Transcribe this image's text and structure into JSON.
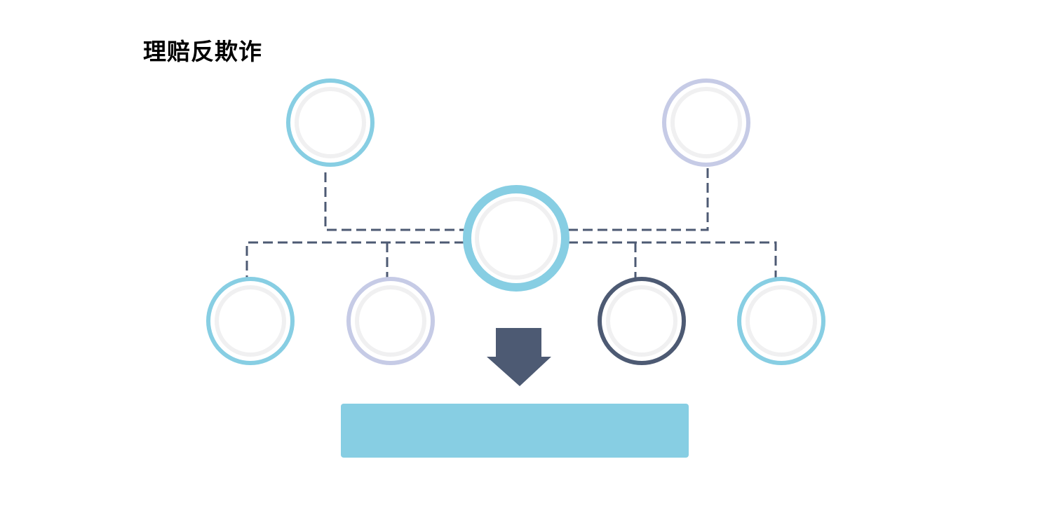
{
  "title": "理赔反欺诈",
  "colors": {
    "cyan": "#87cee3",
    "lavender": "#c6cbe6",
    "navy": "#4d5a73",
    "inner_ring": "#f0f0f1",
    "background": "#ffffff"
  },
  "diagram": {
    "hub": {
      "name": "hub-node",
      "color": "cyan"
    },
    "top_nodes": [
      {
        "name": "top-left-node",
        "color": "cyan"
      },
      {
        "name": "top-right-node",
        "color": "lavender"
      }
    ],
    "bottom_nodes": [
      {
        "name": "bottom-node-1",
        "color": "cyan"
      },
      {
        "name": "bottom-node-2",
        "color": "lavender"
      },
      {
        "name": "bottom-node-3",
        "color": "navy"
      },
      {
        "name": "bottom-node-4",
        "color": "cyan"
      }
    ],
    "connector_style": "dashed",
    "arrow": {
      "direction": "down",
      "color": "navy"
    },
    "result_box": {
      "color": "cyan",
      "text": ""
    }
  }
}
